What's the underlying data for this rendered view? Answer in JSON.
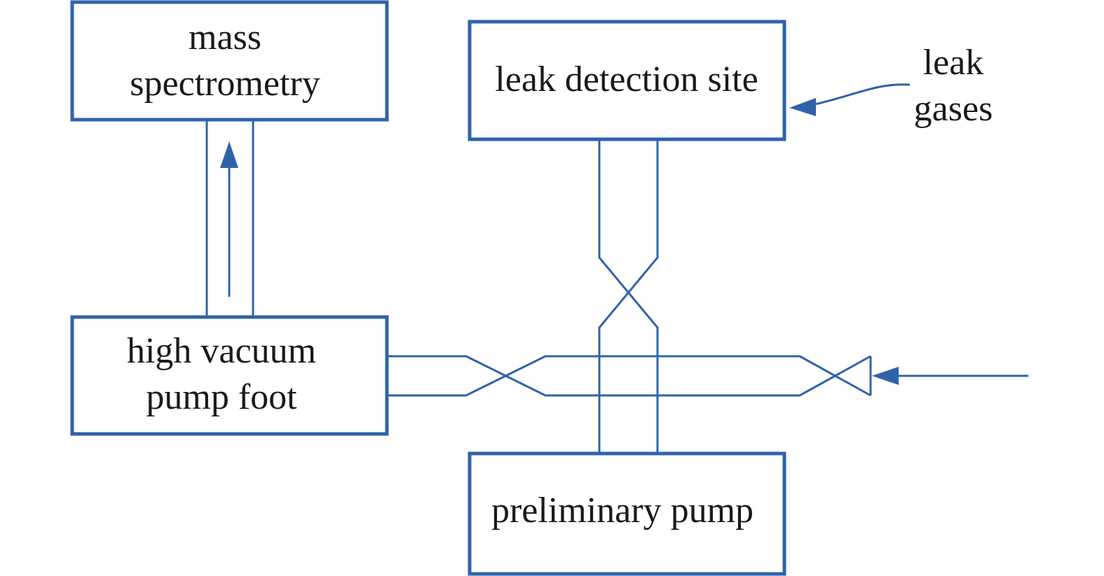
{
  "colors": {
    "line": "#2f63a9",
    "text": "#1a1a1a",
    "background": "#ffffff"
  },
  "boxes": {
    "mass_spectrometry": {
      "line1": "mass",
      "line2": "spectrometry"
    },
    "leak_detection_site": {
      "label": "leak detection site"
    },
    "high_vacuum_pump_foot": {
      "line1": "high vacuum",
      "line2": "pump foot"
    },
    "preliminary_pump": {
      "label": "preliminary pump"
    }
  },
  "annotations": {
    "leak_gases": {
      "line1": "leak",
      "line2": "gases"
    }
  }
}
